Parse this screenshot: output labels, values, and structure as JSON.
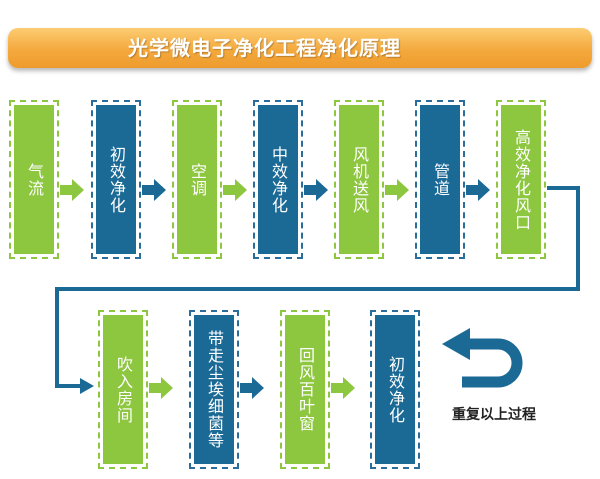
{
  "title": "光学微电子净化工程净化原理",
  "row1": [
    {
      "label": "气流",
      "color": "green"
    },
    {
      "label": "初效净化",
      "color": "blue"
    },
    {
      "label": "空调",
      "color": "green"
    },
    {
      "label": "中效净化",
      "color": "blue"
    },
    {
      "label": "风机送风",
      "color": "green"
    },
    {
      "label": "管道",
      "color": "blue"
    },
    {
      "label": "高效净化风口",
      "color": "green"
    }
  ],
  "row2": [
    {
      "label": "吹入房间",
      "color": "green"
    },
    {
      "label": "带走尘埃细菌等",
      "color": "blue"
    },
    {
      "label": "回风百叶窗",
      "color": "green"
    },
    {
      "label": "初效净化",
      "color": "blue"
    }
  ],
  "repeat_label": "重复以上过程",
  "colors": {
    "green": "#8dc63f",
    "blue": "#1b6a96",
    "title_bar": "#f4a93d"
  },
  "icons": {
    "repeat": "u-turn-arrow-icon",
    "flow": "arrow-right-icon"
  }
}
